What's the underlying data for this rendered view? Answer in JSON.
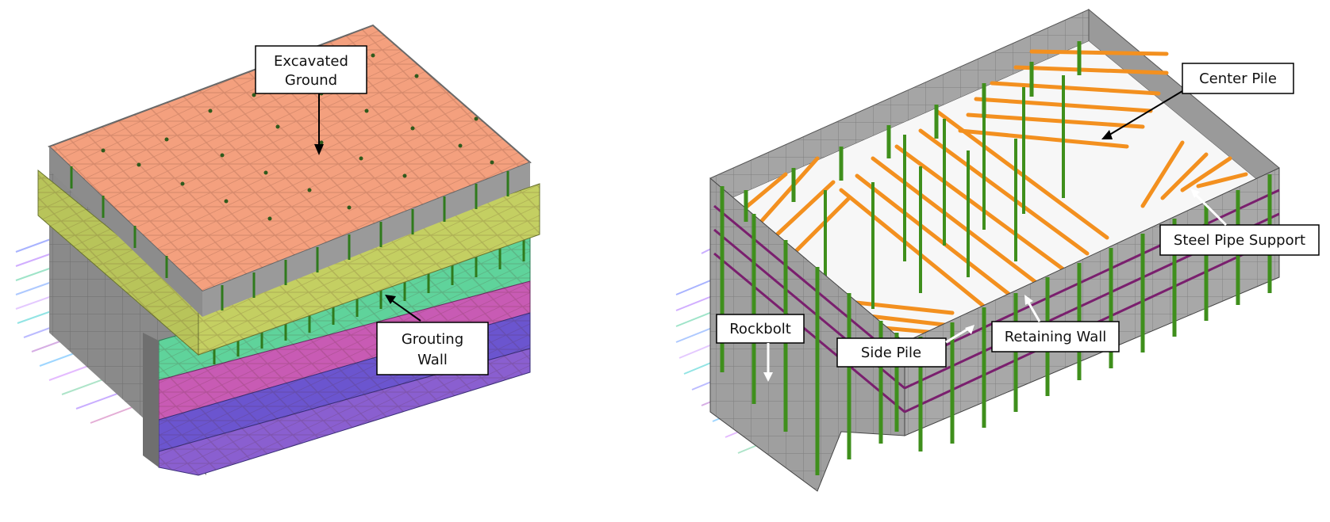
{
  "left_model": {
    "labels": {
      "excavated_ground": [
        "Excavated",
        "Ground"
      ],
      "grouting_wall": [
        "Grouting",
        "Wall"
      ]
    }
  },
  "right_model": {
    "labels": {
      "center_pile": "Center Pile",
      "steel_pipe_support": "Steel Pipe Support",
      "rockbolt": "Rockbolt",
      "side_pile": "Side Pile",
      "retaining_wall": "Retaining Wall"
    }
  },
  "colors": {
    "excavated_ground": "#f4a07e",
    "grouting_wall": "#c4cf62",
    "green_layer": "#5fd39b",
    "magenta_layer": "#c85bb4",
    "blue_layer": "#6b55cf",
    "retaining_wall": "#9b9b9b",
    "steel_pipe": "#f3901f",
    "pile": "#3f8f1c",
    "waler": "#7a1f6e"
  }
}
